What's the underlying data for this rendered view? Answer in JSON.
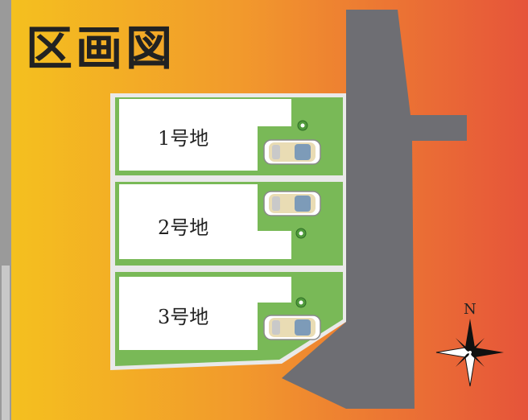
{
  "title": "区画図",
  "lots": [
    {
      "label": "1号地"
    },
    {
      "label": "2号地"
    },
    {
      "label": "3号地"
    }
  ],
  "compass": {
    "label": "N"
  },
  "colors": {
    "background_left": "#f4c21e",
    "background_mid": "#f29a2c",
    "background_right": "#e6543a",
    "road": "#6e6e73",
    "lawn": "#79b957",
    "building": "#ffffff",
    "car": "#e9dcb4"
  },
  "icons": [
    "car-icon",
    "tree-icon",
    "compass-rose-icon"
  ]
}
